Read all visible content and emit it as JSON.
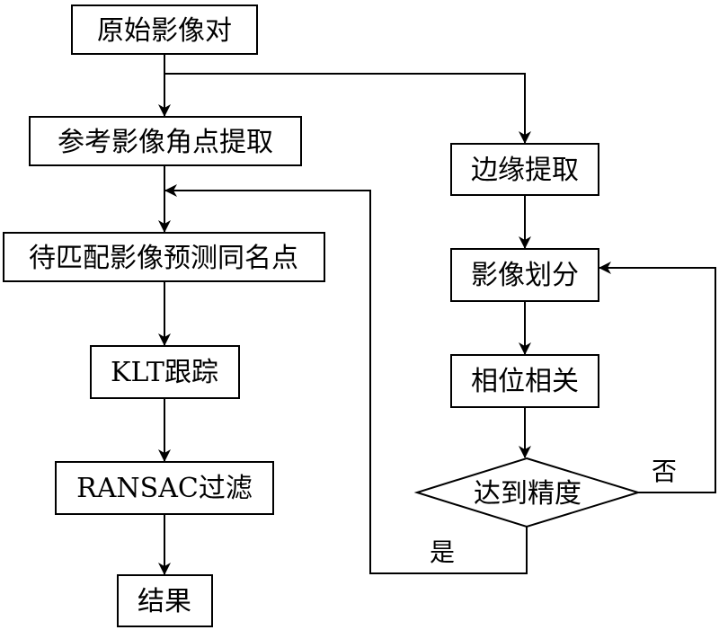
{
  "nodes": {
    "original": "原始影像对",
    "corner": "参考影像角点提取",
    "predict": "待匹配影像预测同名点",
    "klt": "KLT跟踪",
    "ransac": "RANSAC过滤",
    "result": "结果",
    "edge": "边缘提取",
    "divide": "影像划分",
    "phase": "相位相关",
    "decision": "达到精度"
  },
  "edges": {
    "yes": "是",
    "no": "否"
  }
}
